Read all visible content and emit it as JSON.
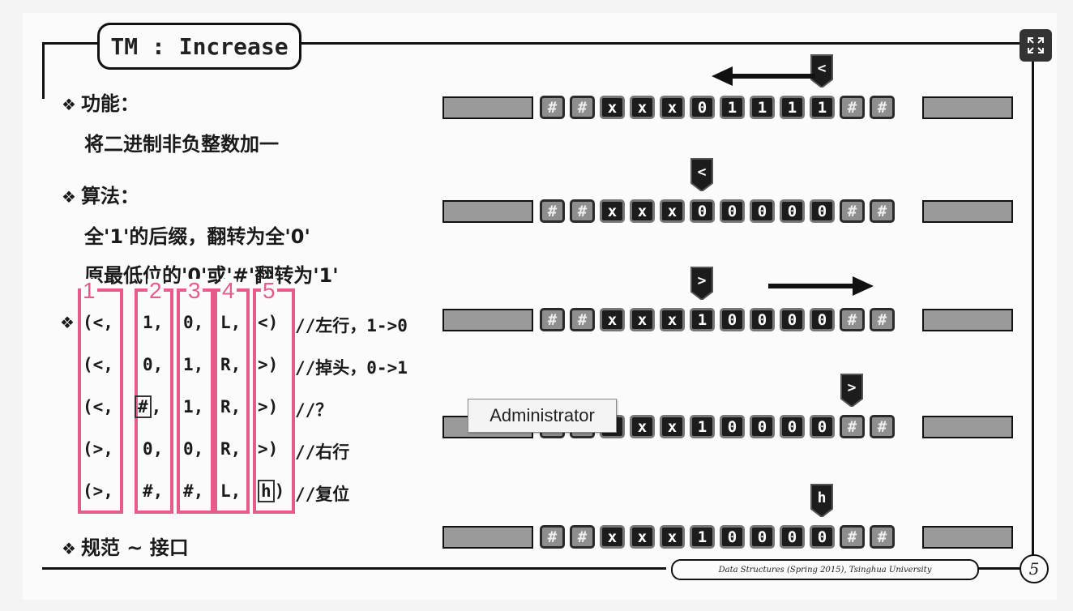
{
  "title": "TM : Increase",
  "sections": {
    "function_label": "功能：",
    "function_text": "将二进制非负整数加一",
    "algorithm_label": "算法：",
    "algorithm_line1": "全'1'的后缀，翻转为全'0'",
    "algorithm_line2": "原最低位的'0'或'#'翻转为'1'",
    "spec_label": "规范 ~ 接口"
  },
  "bullet_symbol": "❖",
  "column_numbers": [
    "1",
    "2",
    "3",
    "4",
    "5"
  ],
  "rules": [
    {
      "c1": "(<,",
      "c2": "1,",
      "c3": "0,",
      "c4": "L,",
      "c5": "<)",
      "comment": "//左行，1->0"
    },
    {
      "c1": "(<,",
      "c2": "0,",
      "c3": "1,",
      "c4": "R,",
      "c5": ">)",
      "comment": "//掉头，0->1"
    },
    {
      "c1": "(<,",
      "c2": "#",
      "c3": "1,",
      "c4": "R,",
      "c5": ">)",
      "comment": "//？"
    },
    {
      "c1": "(>,",
      "c2": "0,",
      "c3": "0,",
      "c4": "R,",
      "c5": ">)",
      "comment": "//右行"
    },
    {
      "c1": "(>,",
      "c2": "#,",
      "c3": "#,",
      "c4": "L,",
      "c5": "h",
      "comment": "//复位"
    }
  ],
  "rule_suffix_comma": ",",
  "rule_suffix_paren": ")",
  "tapes": [
    {
      "cells": [
        "#",
        "#",
        "x",
        "x",
        "x",
        "0",
        "1",
        "1",
        "1",
        "1",
        "#",
        "#"
      ],
      "head": "<"
    },
    {
      "cells": [
        "#",
        "#",
        "x",
        "x",
        "x",
        "0",
        "0",
        "0",
        "0",
        "0",
        "#",
        "#"
      ],
      "head": "<"
    },
    {
      "cells": [
        "#",
        "#",
        "x",
        "x",
        "x",
        "1",
        "0",
        "0",
        "0",
        "0",
        "#",
        "#"
      ],
      "head": ">"
    },
    {
      "cells": [
        "#",
        "#",
        "x",
        "x",
        "x",
        "1",
        "0",
        "0",
        "0",
        "0",
        "#",
        "#"
      ],
      "head": ">"
    },
    {
      "cells": [
        "#",
        "#",
        "x",
        "x",
        "x",
        "1",
        "0",
        "0",
        "0",
        "0",
        "#",
        "#"
      ],
      "head": "h"
    }
  ],
  "tooltip": "Administrator",
  "footer": "Data Structures (Spring 2015), Tsinghua University",
  "page_number": "5",
  "icons": {
    "expand": "expand-icon"
  }
}
